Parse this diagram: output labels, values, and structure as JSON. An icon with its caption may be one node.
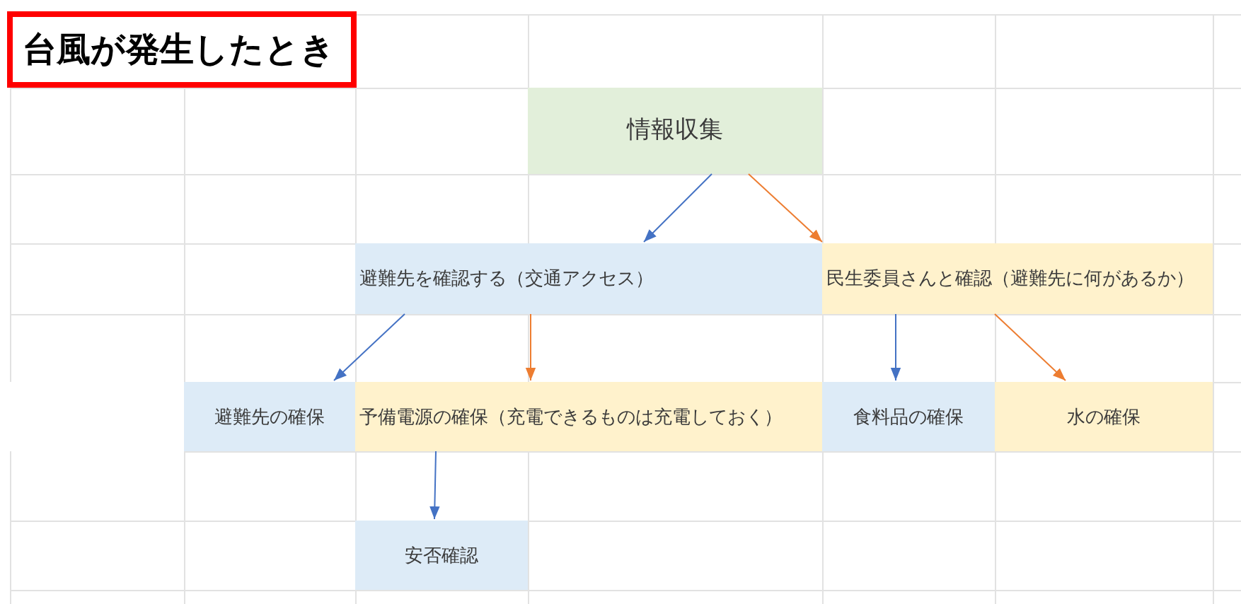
{
  "diagram": {
    "title": "台風が発生したとき",
    "nodes": [
      {
        "text": [
          "情報収集"
        ]
      },
      {
        "text": [
          "避難先を確認する（交通アクセス）"
        ]
      },
      {
        "text": [
          "民生委員さんと確認（避難先に何があるか）"
        ]
      },
      {
        "text": [
          "避難先の確保"
        ]
      },
      {
        "text": [
          "予備電源の確保（充電できるものは充電しておく）"
        ]
      },
      {
        "text": [
          "食料品の確保"
        ]
      },
      {
        "text": [
          "水の確保"
        ]
      },
      {
        "text": [
          "安否確認"
        ]
      }
    ],
    "edges": [
      {
        "from": 0,
        "to": 1,
        "arrow": "to"
      },
      {
        "from": 0,
        "to": 2,
        "arrow": "to",
        "color": "#ed7d31"
      },
      {
        "from": 1,
        "to": 3,
        "arrow": "to"
      },
      {
        "from": 1,
        "to": 4,
        "arrow": "to",
        "color": "#ed7d31"
      },
      {
        "from": 2,
        "to": 5,
        "arrow": "to"
      },
      {
        "from": 2,
        "to": 6,
        "arrow": "to",
        "color": "#ed7d31"
      },
      {
        "from": 4,
        "to": 7,
        "arrow": "to"
      }
    ]
  }
}
